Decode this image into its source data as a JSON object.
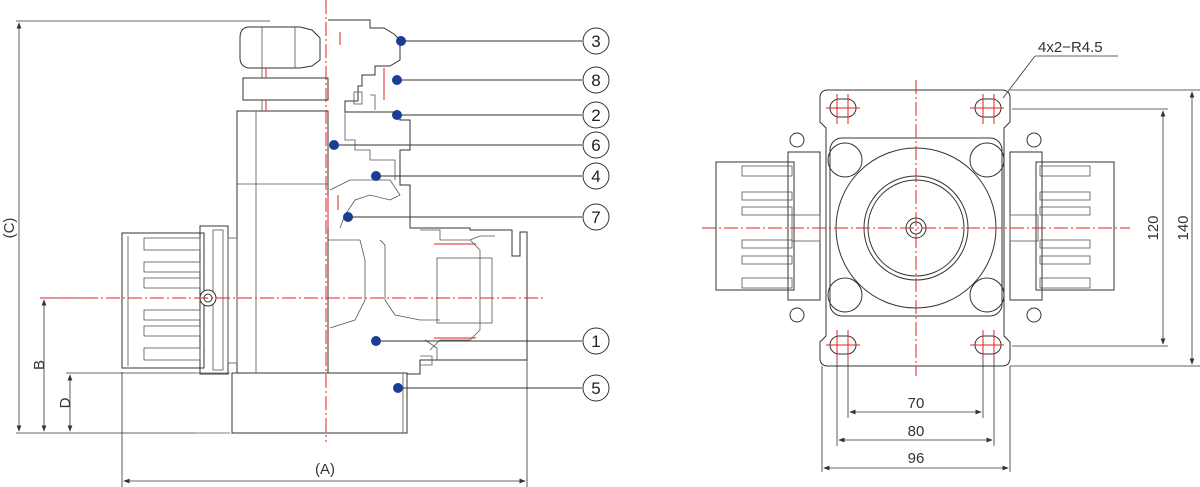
{
  "title": "Valve assembly – side section and top view",
  "side_view": {
    "callouts": [
      {
        "label": "3"
      },
      {
        "label": "8"
      },
      {
        "label": "2"
      },
      {
        "label": "6"
      },
      {
        "label": "4"
      },
      {
        "label": "7"
      },
      {
        "label": "1"
      },
      {
        "label": "5"
      }
    ],
    "dimensions": {
      "A": "(A)",
      "B": "B",
      "C": "(C)",
      "D": "D"
    }
  },
  "top_view": {
    "note": "4x2−R4.5",
    "dimensions": {
      "d70": "70",
      "d80": "80",
      "d96": "96",
      "d120": "120",
      "d140": "140"
    }
  },
  "colors": {
    "callout_dot": "#1a3e96",
    "centerline": "#e02020",
    "outline": "#333333"
  }
}
